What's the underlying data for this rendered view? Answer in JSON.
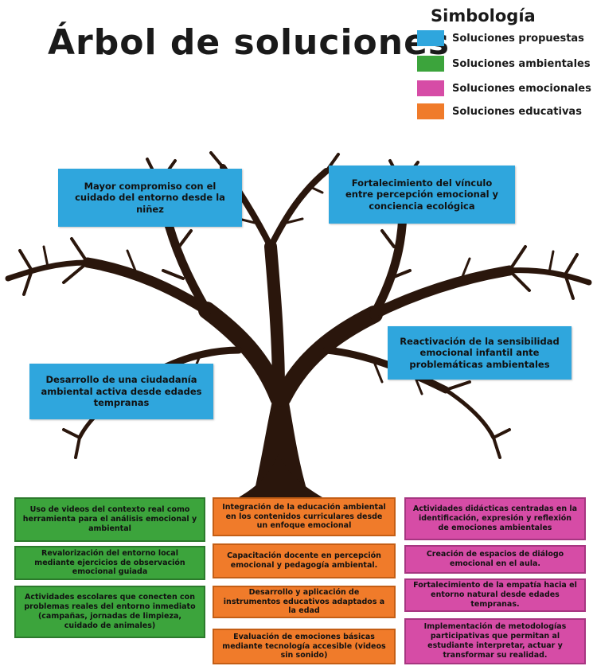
{
  "title": "Árbol de soluciones",
  "legend": {
    "title": "Simbología",
    "items": [
      {
        "label": "Soluciones propuestas",
        "color": "#2fa6dd"
      },
      {
        "label": "Soluciones ambientales",
        "color": "#3ca43c"
      },
      {
        "label": "Soluciones emocionales",
        "color": "#d64ca6"
      },
      {
        "label": "Soluciones educativas",
        "color": "#f07b2a"
      }
    ]
  },
  "proposed": [
    "Mayor compromiso con el cuidado del entorno desde la niñez",
    "Fortalecimiento del vínculo entre percepción emocional y conciencia ecológica",
    "Reactivación de la sensibilidad emocional infantil ante problemáticas ambientales",
    "Desarrollo de una ciudadanía ambiental activa desde edades tempranas"
  ],
  "environmental": [
    "Uso de videos del contexto real como herramienta para el análisis emocional y ambiental",
    "Revalorización del entorno local mediante ejercicios de observación emocional guiada",
    "Actividades escolares que conecten con problemas reales del entorno inmediato (campañas, jornadas de limpieza, cuidado de animales)"
  ],
  "educational": [
    "Integración de la educación ambiental en los contenidos curriculares desde un enfoque emocional",
    "Capacitación docente en percepción emocional y pedagogía ambiental.",
    "Desarrollo y aplicación de instrumentos educativos adaptados a la edad",
    "Evaluación de emociones básicas mediante tecnología accesible (videos sin sonido)"
  ],
  "emotional": [
    "Actividades didácticas centradas en la identificación, expresión y reflexión de emociones ambientales",
    "Creación de espacios de diálogo emocional en el aula.",
    "Fortalecimiento de la empatía hacia el entorno natural desde edades tempranas.",
    "Implementación de metodologías participativas que permitan al estudiante interpretar, actuar y transformar su realidad."
  ]
}
